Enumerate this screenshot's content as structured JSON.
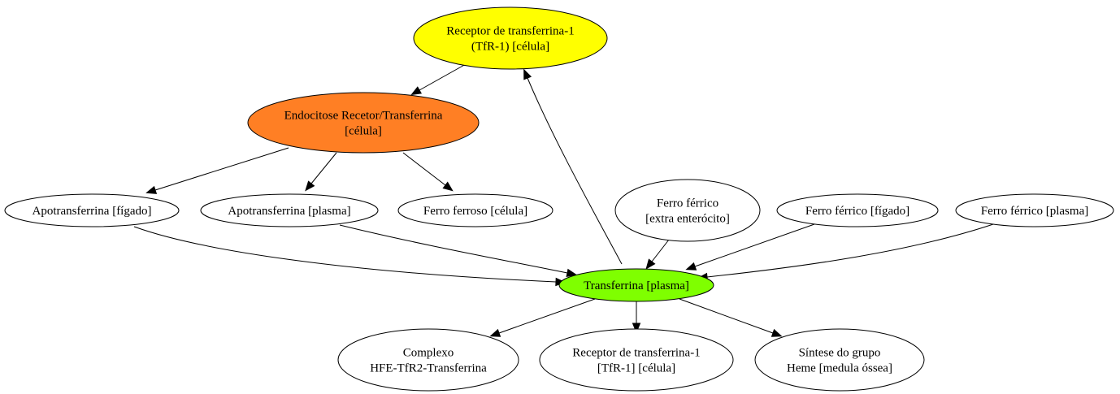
{
  "colors": {
    "highlight_yellow": "#ffff00",
    "highlight_orange": "#ff7f24",
    "highlight_green": "#7fff00",
    "default_fill": "#ffffff",
    "stroke": "#000000"
  },
  "nodes": [
    {
      "id": "tfr1-top",
      "lines": [
        "Receptor de transferrina-1",
        "(TfR-1) [célula]"
      ],
      "fill": "#ffff00"
    },
    {
      "id": "endocitose",
      "lines": [
        "Endocitose Recetor/Transferrina",
        "[célula]"
      ],
      "fill": "#ff7f24"
    },
    {
      "id": "apo-figado",
      "lines": [
        "Apotransferrina [fígado]"
      ],
      "fill": "#ffffff"
    },
    {
      "id": "apo-plasma",
      "lines": [
        "Apotransferrina [plasma]"
      ],
      "fill": "#ffffff"
    },
    {
      "id": "ferroso-celula",
      "lines": [
        "Ferro ferroso [célula]"
      ],
      "fill": "#ffffff"
    },
    {
      "id": "ferrico-extra",
      "lines": [
        "Ferro férrico",
        "[extra enterócito]"
      ],
      "fill": "#ffffff"
    },
    {
      "id": "ferrico-figado",
      "lines": [
        "Ferro férrico [fígado]"
      ],
      "fill": "#ffffff"
    },
    {
      "id": "ferrico-plasma",
      "lines": [
        "Ferro férrico [plasma]"
      ],
      "fill": "#ffffff"
    },
    {
      "id": "transferrina-plasma",
      "lines": [
        "Transferrina [plasma]"
      ],
      "fill": "#7fff00"
    },
    {
      "id": "complexo-hfe",
      "lines": [
        "Complexo",
        "HFE-TfR2-Transferrina"
      ],
      "fill": "#ffffff"
    },
    {
      "id": "tfr1-bottom",
      "lines": [
        "Receptor de transferrina-1",
        "[TfR-1] [célula]"
      ],
      "fill": "#ffffff"
    },
    {
      "id": "sintese-heme",
      "lines": [
        "Síntese do grupo",
        "Heme [medula óssea]"
      ],
      "fill": "#ffffff"
    }
  ],
  "edges": [
    {
      "from": "tfr1-top",
      "to": "endocitose"
    },
    {
      "from": "endocitose",
      "to": "apo-figado"
    },
    {
      "from": "endocitose",
      "to": "apo-plasma"
    },
    {
      "from": "endocitose",
      "to": "ferroso-celula"
    },
    {
      "from": "apo-figado",
      "to": "transferrina-plasma"
    },
    {
      "from": "apo-plasma",
      "to": "transferrina-plasma"
    },
    {
      "from": "ferrico-extra",
      "to": "transferrina-plasma"
    },
    {
      "from": "ferrico-figado",
      "to": "transferrina-plasma"
    },
    {
      "from": "ferrico-plasma",
      "to": "transferrina-plasma"
    },
    {
      "from": "transferrina-plasma",
      "to": "tfr1-top"
    },
    {
      "from": "transferrina-plasma",
      "to": "complexo-hfe"
    },
    {
      "from": "transferrina-plasma",
      "to": "tfr1-bottom"
    },
    {
      "from": "transferrina-plasma",
      "to": "sintese-heme"
    }
  ]
}
